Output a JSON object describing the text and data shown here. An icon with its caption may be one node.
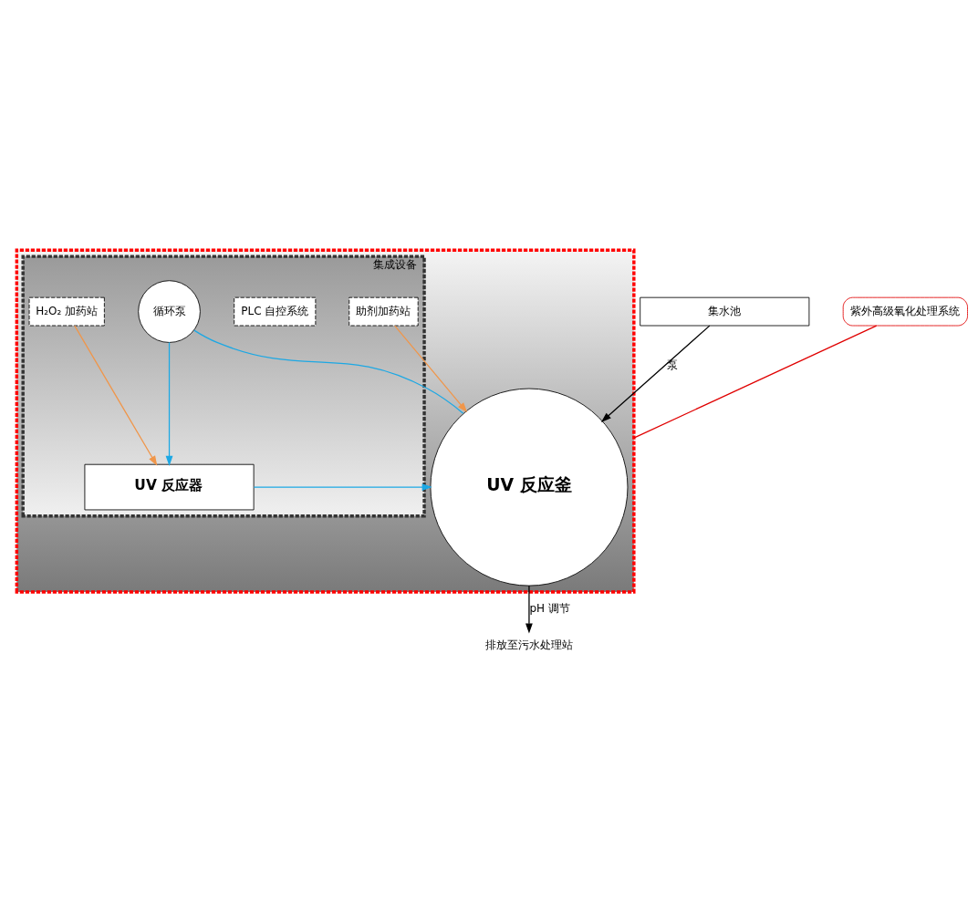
{
  "diagram": {
    "nodes": [
      {
        "text": [],
        "shape": "box"
      },
      {
        "text": [
          "集成设备"
        ],
        "in": 0
      },
      {
        "text": [
          "H₂O₂ 加药站"
        ],
        "in": 1
      },
      {
        "text": [
          "PLC 自控系统"
        ],
        "in": 1
      },
      {
        "text": [
          "UV 反应器"
        ],
        "in": 1
      },
      {
        "text": [
          "循环泵"
        ],
        "in": 1
      },
      {
        "text": [
          "助剂加药站"
        ],
        "in": 1
      },
      {
        "text": [
          "UV 反应釜"
        ],
        "in": 0
      },
      {
        "text": [
          "集水池"
        ]
      },
      {
        "text": [
          "紫外高级氧化处理系统"
        ]
      },
      {
        "text": [
          "排放至污水处理站"
        ]
      }
    ],
    "edges": [
      {
        "from": 2,
        "to": 4,
        "arrow": "to",
        "color": "#f0964a"
      },
      {
        "from": 5,
        "to": 4,
        "arrow": "to"
      },
      {
        "from": 4,
        "to": 7,
        "arrow": "to"
      },
      {
        "from": 7,
        "to": 5,
        "arrow": "none"
      },
      {
        "from": 6,
        "to": 7,
        "arrow": "to",
        "color": "#f0964a"
      },
      {
        "from": 8,
        "to": 7,
        "arrow": "to",
        "label": "泵",
        "color": "#000000"
      },
      {
        "from": 7,
        "to": 10,
        "arrow": "to",
        "label": "pH 调节",
        "color": "#000000"
      },
      {
        "from": 9,
        "to": 0,
        "arrow": "none",
        "color": "#e00000"
      }
    ]
  }
}
